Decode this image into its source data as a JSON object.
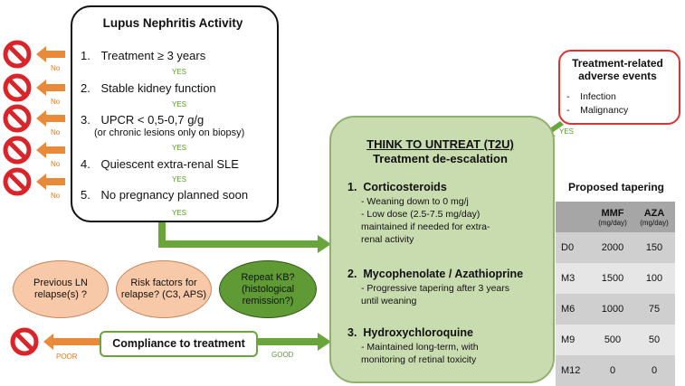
{
  "activity": {
    "title": "Lupus Nephritis Activity",
    "steps": [
      {
        "num": "1.",
        "label": "Treatment ≥ 3 years"
      },
      {
        "num": "2.",
        "label": "Stable kidney function"
      },
      {
        "num": "3.",
        "label": "UPCR < 0,5-0,7 g/g",
        "sub": "(or chronic lesions only on biopsy)"
      },
      {
        "num": "4.",
        "label": "Quiescent extra-renal SLE"
      },
      {
        "num": "5.",
        "label": "No pregnancy planned soon"
      }
    ],
    "yes_label": "YES",
    "no_label": "No"
  },
  "adverse_events": {
    "title": "Treatment-related adverse events",
    "items": [
      "Infection",
      "Malignancy"
    ]
  },
  "t2u": {
    "yes_label": "YES",
    "title": "THINK TO UNTREAT (T2U)",
    "subtitle": "Treatment de-escalation",
    "sections": [
      {
        "num": "1.",
        "heading": "Corticosteroids",
        "lines": [
          "- Weaning down to 0 mg/j",
          "- Low dose (2.5-7.5 mg/day)",
          "maintained if needed for extra-",
          "renal activity"
        ]
      },
      {
        "num": "2.",
        "heading": "Mycophenolate / Azathioprine",
        "lines": [
          "- Progressive tapering after 3 years",
          "until weaning"
        ]
      },
      {
        "num": "3.",
        "heading": "Hydroxychloroquine",
        "lines": [
          "- Maintained long-term, with",
          "monitoring of retinal toxicity"
        ]
      }
    ]
  },
  "risk_ovals": [
    {
      "text": "Previous LN relapse(s) ?"
    },
    {
      "text": "Risk factors for relapse? (C3, APS)"
    },
    {
      "text": "Repeat KB? (histological remission?)"
    }
  ],
  "compliance": {
    "label": "Compliance to treatment",
    "poor_label": "POOR",
    "good_label": "GOOD"
  },
  "tapering": {
    "title": "Proposed tapering",
    "columns": [
      {
        "name": "MMF",
        "unit": "(mg/day)"
      },
      {
        "name": "AZA",
        "unit": "(mg/day)"
      }
    ],
    "rows": [
      {
        "label": "D0",
        "mmf": "2000",
        "aza": "150"
      },
      {
        "label": "M3",
        "mmf": "1500",
        "aza": "100"
      },
      {
        "label": "M6",
        "mmf": "1000",
        "aza": "75"
      },
      {
        "label": "M9",
        "mmf": "500",
        "aza": "50"
      },
      {
        "label": "M12",
        "mmf": "0",
        "aza": "0"
      }
    ]
  },
  "colors": {
    "stop_red": "#d9252a",
    "orange_arrow": "#e98a3a",
    "green_arrow": "#6aa53b",
    "t2u_fill": "#c8dcb0",
    "oval_peach": "#f7c9a8",
    "oval_green": "#5f9a35",
    "table_header": "#a6a6a6",
    "table_row_dark": "#cfcfcf",
    "table_row_light": "#e6e6e6"
  }
}
